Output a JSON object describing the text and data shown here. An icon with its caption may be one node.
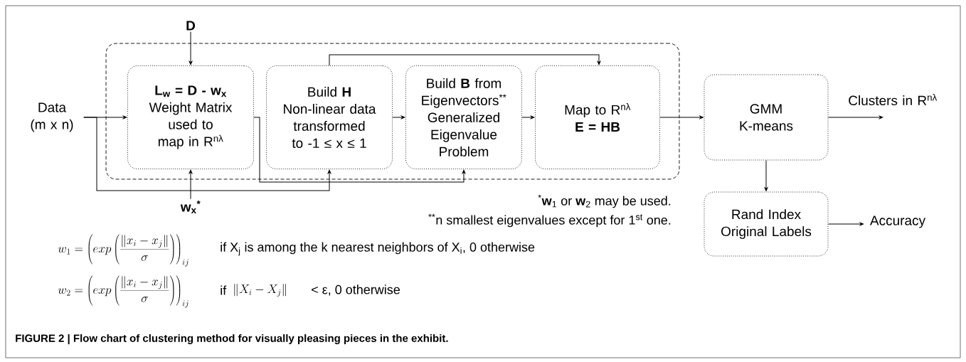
{
  "diagram": {
    "caption": "FIGURE 2 | Flow chart of clustering method for visually pleasing pieces in the exhibit.",
    "nodes": [
      {
        "text": [],
        "shape": "box"
      },
      {
        "text": [
          "D"
        ]
      },
      {
        "text": [
          "L$_{w}$ = D - w$_{x}$",
          "Weight Matrix used to map in R$^{nλ}$"
        ],
        "in": 0
      },
      {
        "text": [
          "Build **H**",
          "Non-linear data transformed to -1 ≤ x ≤ 1"
        ],
        "in": 0
      },
      {
        "text": [
          "Build **B** from",
          "Eigenvectors$^{**}$ Generalized Eigenvalue Problem"
        ],
        "in": 0
      },
      {
        "text": [
          "Map to R$^{nλ}$",
          "E = HB"
        ],
        "in": 0
      },
      {
        "text": [
          "Data (m x n)"
        ]
      },
      {
        "text": [
          "GMM K-means"
        ]
      },
      {
        "text": [
          "Clusters in R$^{nλ}$"
        ]
      },
      {
        "text": [
          "Rand Index Original Labels"
        ]
      },
      {
        "text": [
          "Accuracy"
        ]
      },
      {
        "text": [
          "w$_{x}$$^{*}$"
        ]
      }
    ],
    "edges": [
      {
        "from": 1,
        "to": 2,
        "arrow": "to"
      },
      {
        "from": 6,
        "to": 2,
        "arrow": "to"
      },
      {
        "from": 6,
        "to": 3,
        "arrow": "to"
      },
      {
        "from": 11,
        "to": 2,
        "arrow": "to"
      },
      {
        "from": 2,
        "to": 4,
        "arrow": "to"
      },
      {
        "from": 3,
        "to": 4,
        "arrow": "to"
      },
      {
        "from": 3,
        "to": 5,
        "arrow": "to"
      },
      {
        "from": 4,
        "to": 5,
        "arrow": "to"
      },
      {
        "from": 5,
        "to": 7,
        "arrow": "to"
      },
      {
        "from": 7,
        "to": 8,
        "arrow": "to"
      },
      {
        "from": 7,
        "to": 9,
        "arrow": "to"
      },
      {
        "from": 9,
        "to": 10,
        "arrow": "to"
      }
    ],
    "labels": [
      "$^{*}$**w**$_{1}$ or **w**$_{2}$ may be used.",
      "$^{**}$n smallest eigenvalues except for 1$^{st}$ one.",
      "w_1 = \\left(exp\\left(\\frac{\\left\\|x_i - x_j\\right\\|}{\\sigma}\\right)\\right)_{ij}",
      "if X$_{j}$ is among the k nearest neighbors of X$_{i}$, 0 otherwise",
      "w_2 = \\left(exp\\left(\\frac{\\left\\|x_i - x_j\\right\\|}{\\sigma}\\right)\\right)_{ij}",
      "if",
      "\\left\\|X_i - X_j\\right\\|",
      "< ε, 0 otherwise"
    ]
  }
}
